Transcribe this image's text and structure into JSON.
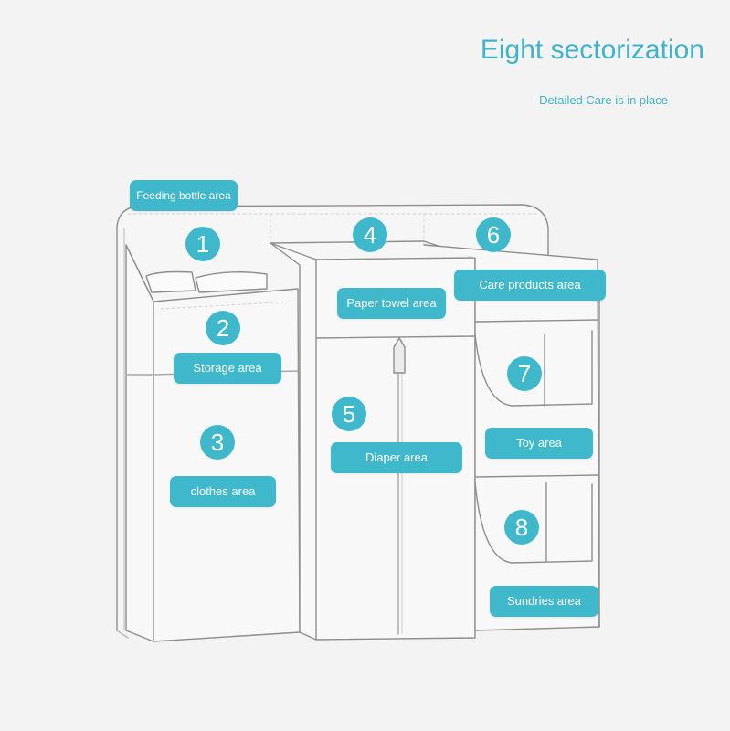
{
  "header": {
    "title": "Eight sectorization",
    "subtitle": "Detailed Care is in place"
  },
  "accent_color": "#3fb8cc",
  "areas": [
    {
      "number": "1",
      "label": "Feeding bottle area"
    },
    {
      "number": "2",
      "label": "Storage area"
    },
    {
      "number": "3",
      "label": "clothes area"
    },
    {
      "number": "4",
      "label": "Paper towel area"
    },
    {
      "number": "5",
      "label": "Diaper area"
    },
    {
      "number": "6",
      "label": "Care products area"
    },
    {
      "number": "7",
      "label": "Toy area"
    },
    {
      "number": "8",
      "label": "Sundries area"
    }
  ]
}
